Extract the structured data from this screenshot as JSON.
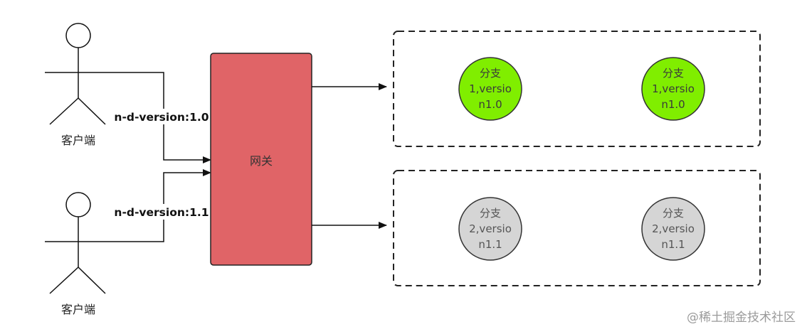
{
  "clients": [
    {
      "label": "客户端",
      "header": "n-d-version:1.0"
    },
    {
      "label": "客户端",
      "header": "n-d-version:1.1"
    }
  ],
  "gateway": {
    "label": "网关",
    "fill": "#e06467",
    "stroke": "#222222"
  },
  "groups": [
    {
      "nodes": [
        {
          "line1": "分支",
          "line2": "1,versio",
          "line3": "n1.0"
        },
        {
          "line1": "分支",
          "line2": "1,versio",
          "line3": "n1.0"
        }
      ],
      "fill": "#80ee00",
      "text_color": "#3a3a3a"
    },
    {
      "nodes": [
        {
          "line1": "分支",
          "line2": "2,versio",
          "line3": "n1.1"
        },
        {
          "line1": "分支",
          "line2": "2,versio",
          "line3": "n1.1"
        }
      ],
      "fill": "#d5d5d5",
      "text_color": "#555555"
    }
  ],
  "watermark": "@稀土掘金技术社区"
}
